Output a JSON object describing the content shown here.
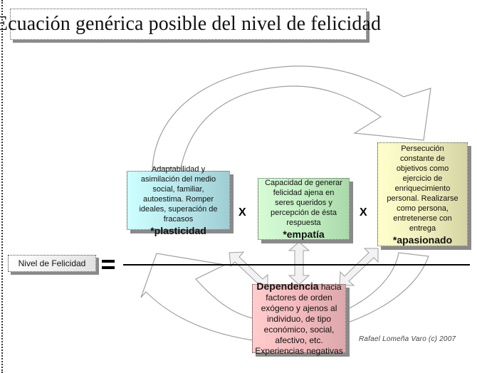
{
  "title": "Ecuación genérica posible del nivel de felicidad",
  "lhs": {
    "label": "Nivel de Felicidad",
    "equals_symbol": "="
  },
  "numerator": {
    "factors": [
      {
        "id": "plasticidad",
        "lines": [
          "Adaptabilidad y",
          "asimilación del medio",
          "social, familiar,",
          "autoestima. Romper",
          "ideales, superación de",
          "fracasos"
        ],
        "keyword": "*plasticidad",
        "color": "#b8e6ea"
      },
      {
        "id": "empatia",
        "lines": [
          "Capacidad de generar",
          "felicidad ajena en",
          "seres queridos y",
          "percepción de ésta",
          "respuesta"
        ],
        "keyword": "*empatía",
        "color": "#c2eec2"
      },
      {
        "id": "apasionado",
        "lines": [
          "Persecución",
          "constante de",
          "objetivos como",
          "ejercicio de",
          "enriquecimiento",
          "personal. Realizarse",
          "como persona,",
          "entretenerse con",
          "entrega"
        ],
        "keyword": "*apasionado",
        "color": "#eeeebb"
      }
    ],
    "operators": [
      "X",
      "X"
    ]
  },
  "denominator": {
    "strong": "Dependencia",
    "first_line_rest": " hacia",
    "lines": [
      "factores de orden",
      "exógeno y ajenos al",
      "individuo, de tipo",
      "económico, social,",
      "afectivo, etc.",
      "Experiencias negativas"
    ],
    "color": "#f1b8bb"
  },
  "credit": "Rafael Lomeña Varo (c) 2007"
}
